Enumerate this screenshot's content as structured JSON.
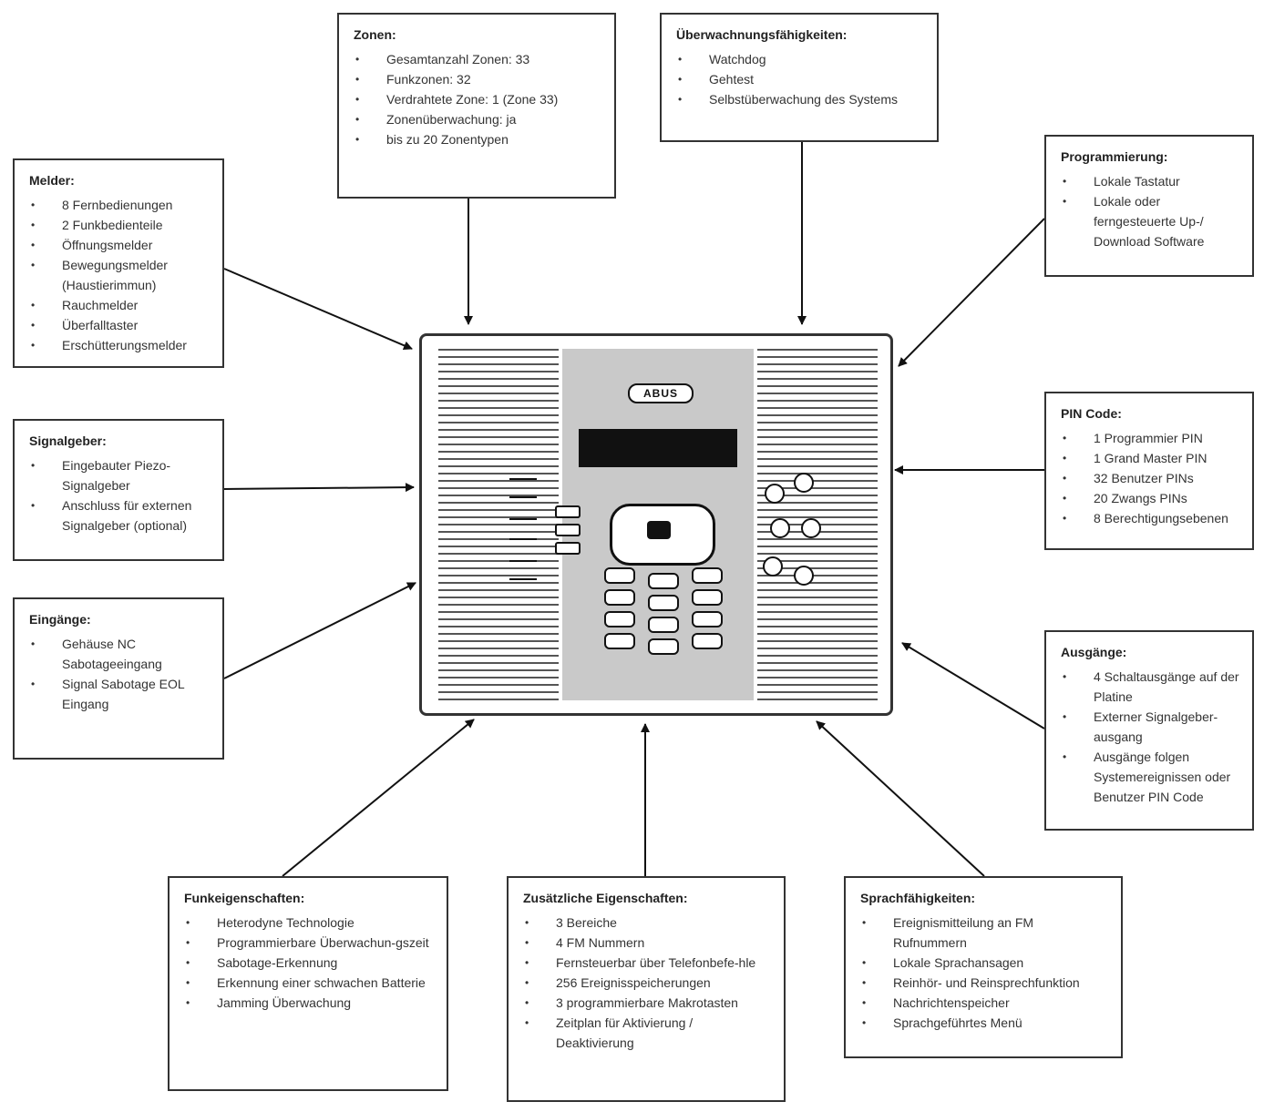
{
  "boxes": {
    "zonen": {
      "title": "Zonen:",
      "items": [
        "Gesamtanzahl Zonen: 33",
        "Funkzonen: 32",
        "Verdrahtete Zone: 1 (Zone 33)",
        "Zonenüberwachung: ja",
        "bis zu 20 Zonentypen"
      ]
    },
    "ueberwachung": {
      "title": "Überwachnungsfähigkeiten:",
      "items": [
        "Watchdog",
        "Gehtest",
        "Selbstüberwachung des Systems"
      ]
    },
    "melder": {
      "title": "Melder:",
      "items": [
        "8 Fernbedienungen",
        "2 Funkbedienteile",
        "Öffnungsmelder",
        "Bewegungsmelder (Haustierimmun)",
        "Rauchmelder",
        "Überfalltaster",
        "Erschütterungsmelder"
      ]
    },
    "programmierung": {
      "title": "Programmierung:",
      "items": [
        "Lokale Tastatur",
        "Lokale oder ferngesteuerte Up-/ Download Software"
      ]
    },
    "signalgeber": {
      "title": "Signalgeber:",
      "items": [
        "Eingebauter Piezo-Signalgeber",
        "Anschluss für externen Signalgeber (optional)"
      ]
    },
    "pincode": {
      "title": "PIN Code:",
      "items": [
        "1 Programmier PIN",
        "1 Grand Master PIN",
        "32 Benutzer PINs",
        "20 Zwangs PINs",
        "8 Berechtigungsebenen"
      ]
    },
    "eingaenge": {
      "title": "Eingänge:",
      "items": [
        "Gehäuse NC Sabotageeingang",
        "Signal Sabotage EOL Eingang"
      ]
    },
    "ausgaenge": {
      "title": "Ausgänge:",
      "items": [
        "4 Schaltausgänge auf der Platine",
        "Externer Signalgeber-ausgang",
        "Ausgänge folgen Systemereignissen oder Benutzer PIN Code"
      ]
    },
    "funk": {
      "title": "Funkeigenschaften:",
      "items": [
        "Heterodyne Technologie",
        "Programmierbare Überwachun-gszeit",
        "Sabotage-Erkennung",
        "Erkennung einer schwachen Batterie",
        "Jamming Überwachung"
      ]
    },
    "zusaetzlich": {
      "title": "Zusätzliche Eigenschaften:",
      "items": [
        "3 Bereiche",
        "4 FM Nummern",
        "Fernsteuerbar über Telefonbefe-hle",
        "256 Ereignisspeicherungen",
        "3 programmierbare Makrotasten",
        "Zeitplan für Aktivierung / Deaktivierung"
      ]
    },
    "sprache": {
      "title": "Sprachfähigkeiten:",
      "items": [
        "Ereignismitteilung an FM Rufnummern",
        "Lokale Sprachansagen",
        "Reinhör- und Reinsprechfunktion",
        "Nachrichtenspeicher",
        "Sprachgeführtes Menü"
      ]
    }
  },
  "device": {
    "logo": "ABUS"
  }
}
